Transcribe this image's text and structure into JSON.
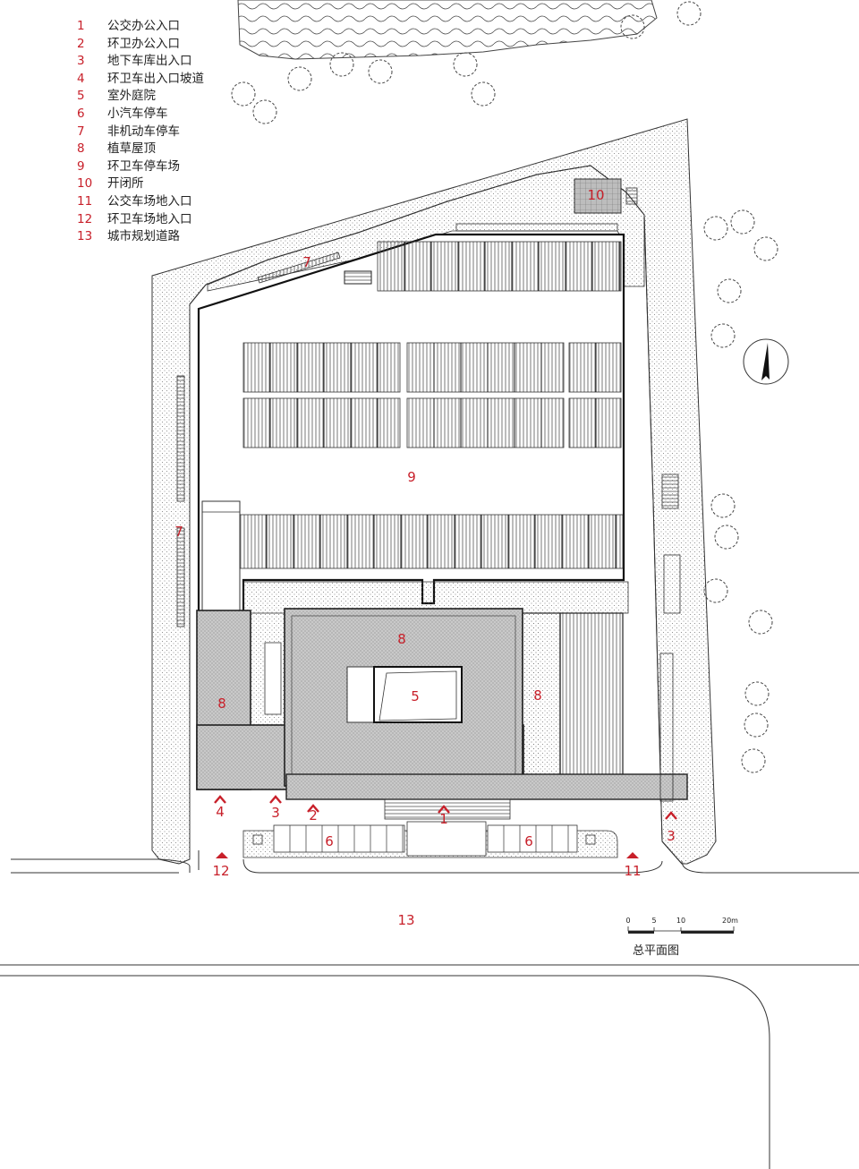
{
  "legend": [
    {
      "num": "1",
      "text": "公交办公入口"
    },
    {
      "num": "2",
      "text": "环卫办公入口"
    },
    {
      "num": "3",
      "text": "地下车库出入口"
    },
    {
      "num": "4",
      "text": "环卫车出入口坡道"
    },
    {
      "num": "5",
      "text": "室外庭院"
    },
    {
      "num": "6",
      "text": "小汽车停车"
    },
    {
      "num": "7",
      "text": "非机动车停车"
    },
    {
      "num": "8",
      "text": "植草屋顶"
    },
    {
      "num": "9",
      "text": "环卫车停车场"
    },
    {
      "num": "10",
      "text": "开闭所"
    },
    {
      "num": "11",
      "text": "公交车场地入口"
    },
    {
      "num": "12",
      "text": "环卫车场地入口"
    },
    {
      "num": "13",
      "text": "城市规划道路"
    }
  ],
  "labels": {
    "l1": "1",
    "l2": "2",
    "l3a": "3",
    "l3b": "3",
    "l4": "4",
    "l5": "5",
    "l6a": "6",
    "l6b": "6",
    "l7a": "7",
    "l7b": "7",
    "l8a": "8",
    "l8b": "8",
    "l8c": "8",
    "l9": "9",
    "l10": "10",
    "l11": "11",
    "l12": "12",
    "l13": "13"
  },
  "scale_bar": {
    "ticks": [
      "0",
      "5",
      "10",
      "20m"
    ]
  },
  "drawing_title": "总平面图",
  "colors": {
    "accent": "#c8202a",
    "line": "#222222",
    "fill_roof": "#c9c9c9",
    "hatch": "#555555"
  }
}
